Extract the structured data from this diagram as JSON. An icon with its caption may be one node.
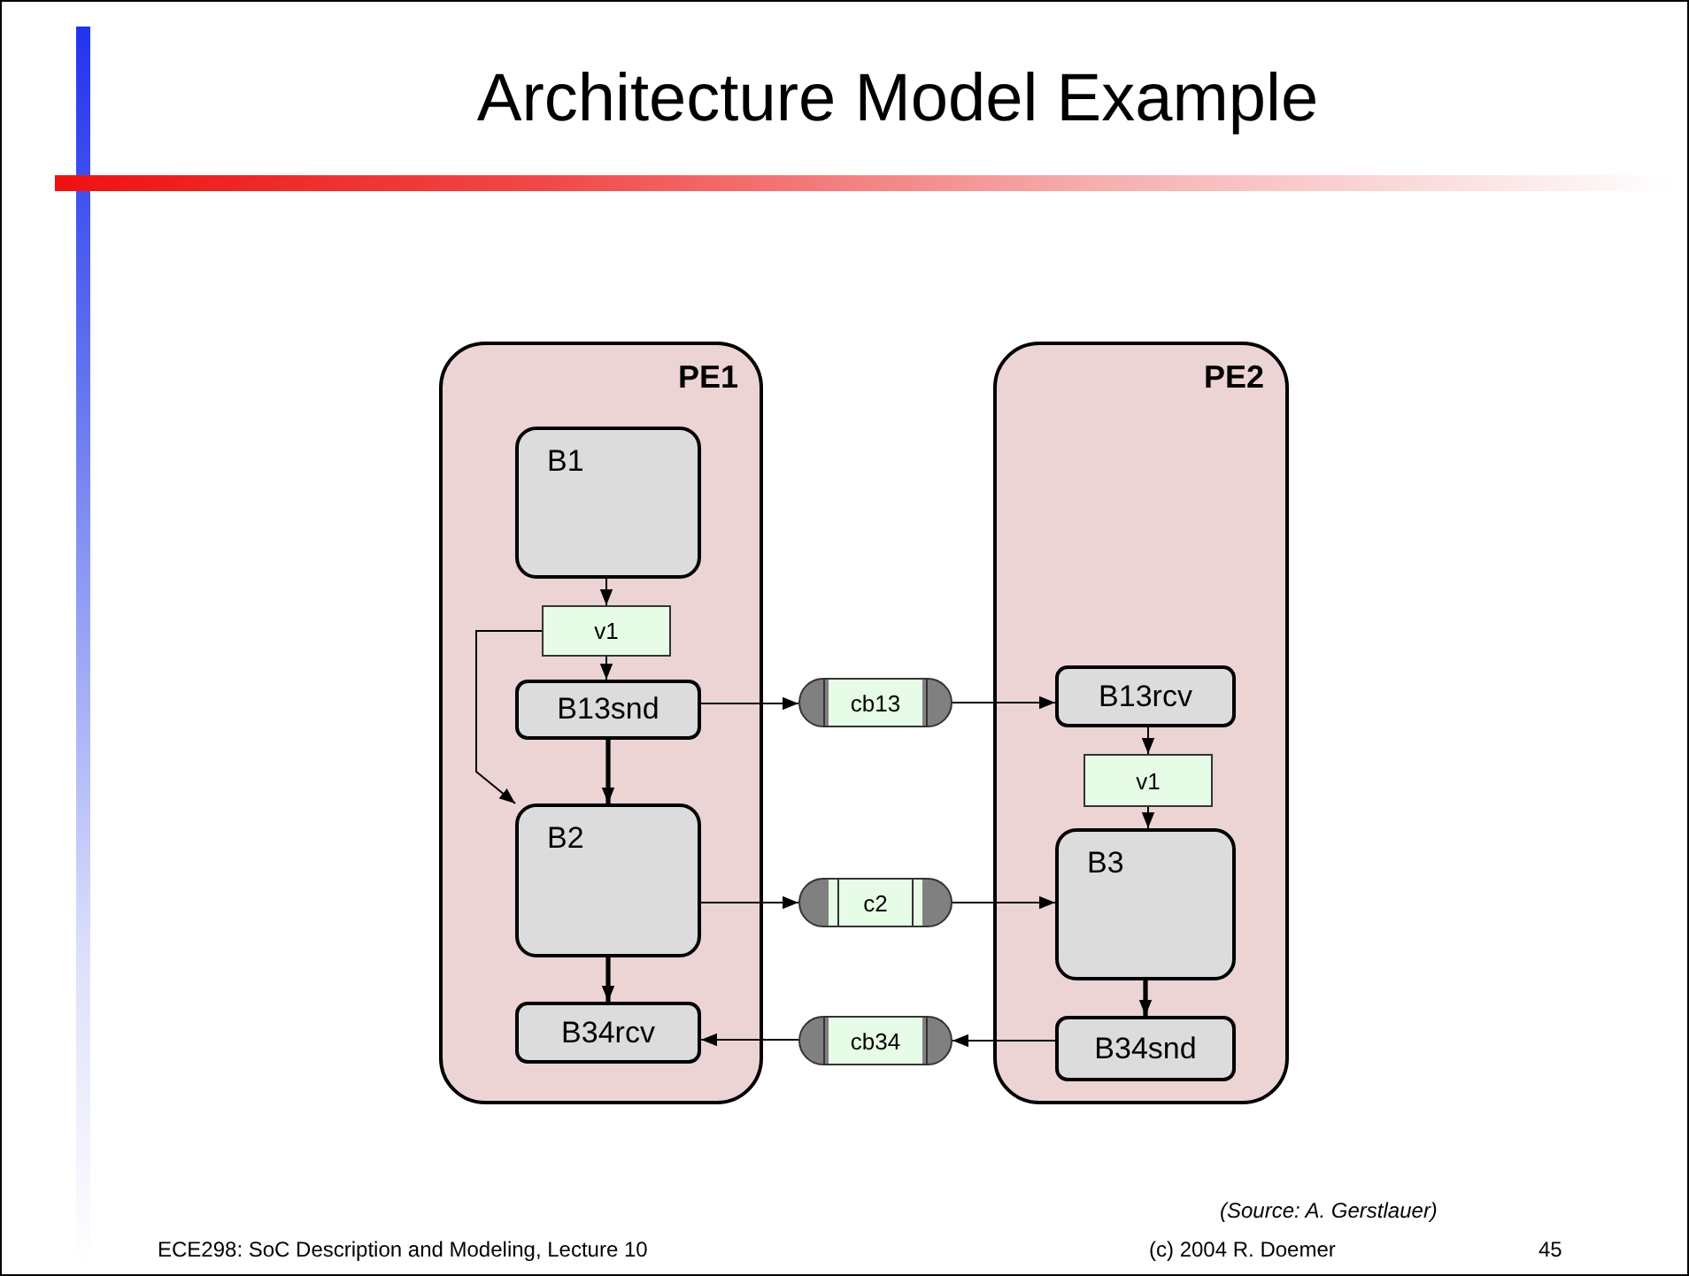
{
  "diagram": {
    "title": "Architecture Model Example",
    "nodes": [
      {
        "text": [
          "PE1"
        ]
      },
      {
        "text": [
          "PE2"
        ]
      },
      {
        "text": [
          "B1"
        ],
        "in": 0
      },
      {
        "text": [
          "v1"
        ],
        "in": 0
      },
      {
        "text": [
          "B13snd"
        ],
        "in": 0
      },
      {
        "text": [
          "B2"
        ],
        "in": 0
      },
      {
        "text": [
          "B34rcv"
        ],
        "in": 0
      },
      {
        "text": [
          "cb13"
        ]
      },
      {
        "text": [
          "c2"
        ]
      },
      {
        "text": [
          "cb34"
        ]
      },
      {
        "text": [
          "B13rcv"
        ],
        "in": 1
      },
      {
        "text": [
          "v1"
        ],
        "in": 1
      },
      {
        "text": [
          "B3"
        ],
        "in": 1
      },
      {
        "text": [
          "B34snd"
        ],
        "in": 1
      }
    ],
    "edges": [
      {
        "from": 2,
        "to": 3,
        "arrow": "to"
      },
      {
        "from": 3,
        "to": 4,
        "arrow": "to"
      },
      {
        "from": 3,
        "to": 5,
        "arrow": "to"
      },
      {
        "from": 4,
        "to": 5,
        "arrow": "to",
        "style": "thick"
      },
      {
        "from": 5,
        "to": 6,
        "arrow": "to",
        "style": "thick"
      },
      {
        "from": 4,
        "to": 7,
        "arrow": "to"
      },
      {
        "from": 7,
        "to": 10,
        "arrow": "to"
      },
      {
        "from": 10,
        "to": 11,
        "arrow": "to"
      },
      {
        "from": 11,
        "to": 12,
        "arrow": "to"
      },
      {
        "from": 5,
        "to": 8,
        "arrow": "to"
      },
      {
        "from": 8,
        "to": 12,
        "arrow": "to"
      },
      {
        "from": 12,
        "to": 13,
        "arrow": "to",
        "style": "thick"
      },
      {
        "from": 13,
        "to": 9,
        "arrow": "to"
      },
      {
        "from": 9,
        "to": 6,
        "arrow": "to"
      }
    ],
    "labels": [
      "(Source: A. Gerstlauer)",
      "ECE298: SoC Description and Modeling, Lecture 10",
      "(c) 2004 R. Doemer",
      "45"
    ]
  }
}
